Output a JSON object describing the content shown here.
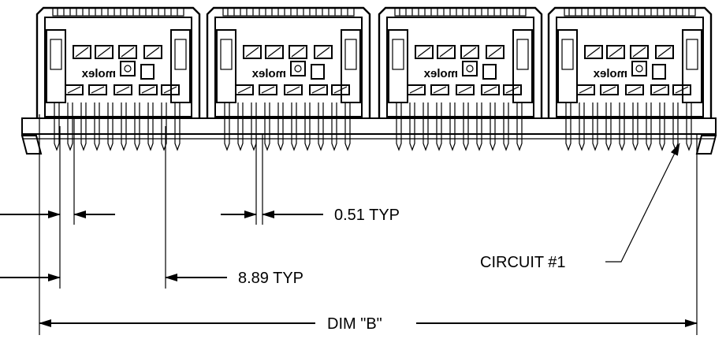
{
  "diagram": {
    "module_brand": "molex",
    "module_count": 4,
    "dimensions": {
      "pitch_small": "0.51 TYP",
      "pitch_large": "8.89 TYP",
      "overall": "DIM \"B\"",
      "circuit": "CIRCUIT #1"
    }
  }
}
